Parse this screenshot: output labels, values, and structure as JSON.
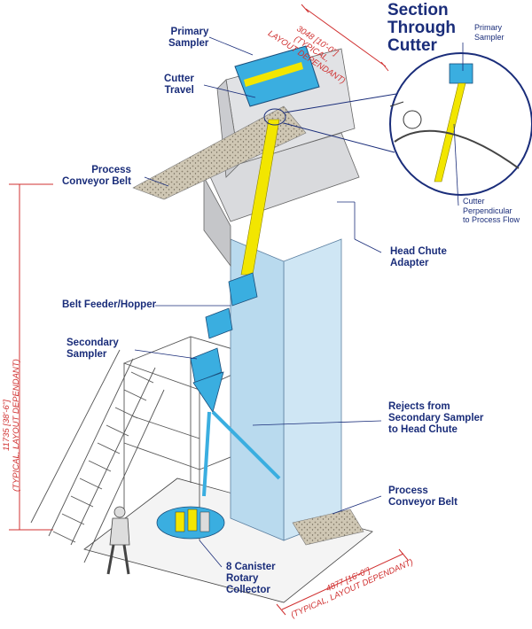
{
  "title": "Section\nThrough\nCutter",
  "labels": {
    "primary_sampler": "Primary\nSampler",
    "cutter_travel": "Cutter\nTravel",
    "process_belt_top": "Process\nConveyor Belt",
    "belt_feeder": "Belt Feeder/Hopper",
    "secondary_sampler": "Secondary\nSampler",
    "head_chute": "Head Chute\nAdapter",
    "rejects": "Rejects from\nSecondary Sampler\nto Head Chute",
    "process_belt_bottom": "Process\nConveyor Belt",
    "canister": "8 Canister\nRotary\nCollector",
    "inset_primary": "Primary\nSampler",
    "inset_cutter": "Cutter\nPerpendicular\nto Process Flow"
  },
  "dimensions": {
    "top": "3048 [10'-0\"]\n(TYPICAL,\nLAYOUT DEPENDANT)",
    "left": "11735 [38'-6\"]\n(TYPICAL, LAYOUT DEPENDANT)",
    "bottom": "4877 [16'-0\"]\n(TYPICAL, LAYOUT DEPENDANT)"
  },
  "colors": {
    "label_text": "#1a2d7a",
    "dimension": "#d03030",
    "equipment_blue": "#3aaee0",
    "chute_yellow": "#f2e600",
    "steel_grey": "#c9ccd1",
    "tower_fill": "#cfe6f4"
  }
}
